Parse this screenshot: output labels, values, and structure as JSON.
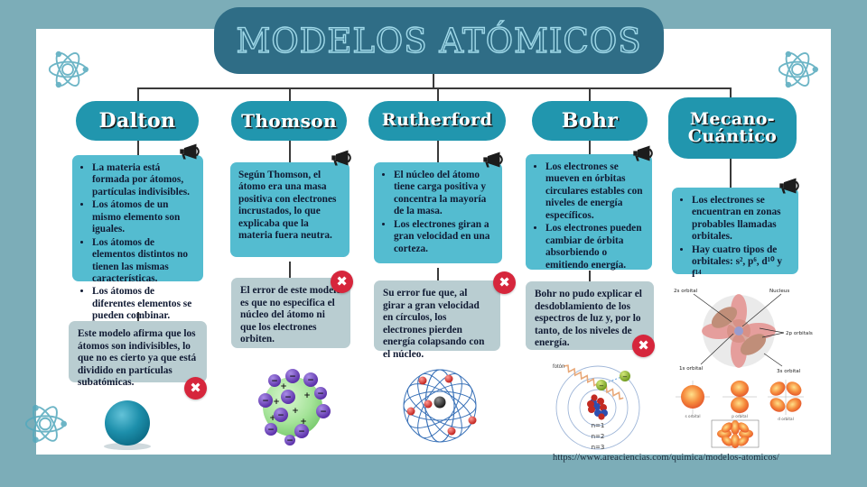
{
  "header": {
    "title": "MODELOS ATÓMICOS"
  },
  "source": {
    "url": "https://www.areaciencias.com/quimica/modelos-atomicos/"
  },
  "colors": {
    "background": "#7cadb8",
    "canvas": "#ffffff",
    "banner": "#2f6d86",
    "pill": "#2196ae",
    "factbox": "#54bcd0",
    "errorbox": "#b9cdd1",
    "error_badge": "#d6263c",
    "title_outline": "#9fd8e8"
  },
  "columns": [
    {
      "id": "dalton",
      "title": "Dalton",
      "facts": [
        "La materia está formada por átomos, partículas indivisibles.",
        "Los átomos de un mismo elemento son iguales.",
        "Los átomos de elementos distintos no tienen las mismas características.",
        "Los átomos de diferentes elementos se pueden combinar."
      ],
      "error": "Este modelo afirma que los átomos son indivisibles, lo que no es cierto ya que está dividido en partículas subatómicas.",
      "figure": "solid-sphere-model",
      "figure_labels": []
    },
    {
      "id": "thomson",
      "title": "Thomson",
      "facts": [
        "Según Thomson, el átomo era una masa positiva con electrones incrustados, lo que explicaba que la materia fuera neutra."
      ],
      "error": "El error de este modelo es que no especifica el núcleo del átomo ni que los electrones orbiten.",
      "figure": "plum-pudding-model",
      "figure_labels": [
        "+",
        "−"
      ]
    },
    {
      "id": "rutherford",
      "title": "Rutherford",
      "facts": [
        "El núcleo del átomo tiene carga positiva y concentra la mayoría de la masa.",
        "Los electrones giran a gran velocidad en una corteza."
      ],
      "error": "Su error fue que, al girar a gran velocidad en círculos, los electrones pierden energía colapsando con el núcleo.",
      "figure": "orbital-shell-model",
      "figure_labels": []
    },
    {
      "id": "bohr",
      "title": "Bohr",
      "facts": [
        "Los electrones se mueven en órbitas circulares estables con niveles de energía específicos.",
        "Los electrones pueden cambiar de órbita absorbiendo o emitiendo energía."
      ],
      "error": "Bohr no pudo explicar el desdoblamiento de los espectros de luz y, por lo tanto, de los niveles de energía.",
      "figure": "bohr-energy-levels",
      "figure_labels": [
        "fotón",
        "n=1",
        "n=2",
        "n=3"
      ]
    },
    {
      "id": "mecano-cuantico",
      "title_line1": "Mecano-",
      "title_line2": "Cuántico",
      "facts": [
        "Los electrones se encuentran en zonas probables llamadas orbitales.",
        "Hay cuatro tipos de orbitales: s², p⁶, d¹⁰ y f¹⁴"
      ],
      "error": null,
      "figure": "quantum-orbitals",
      "figure_labels": [
        "2s orbital",
        "Nucleus",
        "2p orbitals",
        "1s orbital",
        "3s orbital"
      ],
      "orbital_shapes": [
        "s orbital",
        "p orbital",
        "d orbital",
        "f orbital"
      ]
    }
  ],
  "icons": {
    "megaphone": "megaphone-icon",
    "error_mark": "✖",
    "atom": "atom-icon"
  }
}
